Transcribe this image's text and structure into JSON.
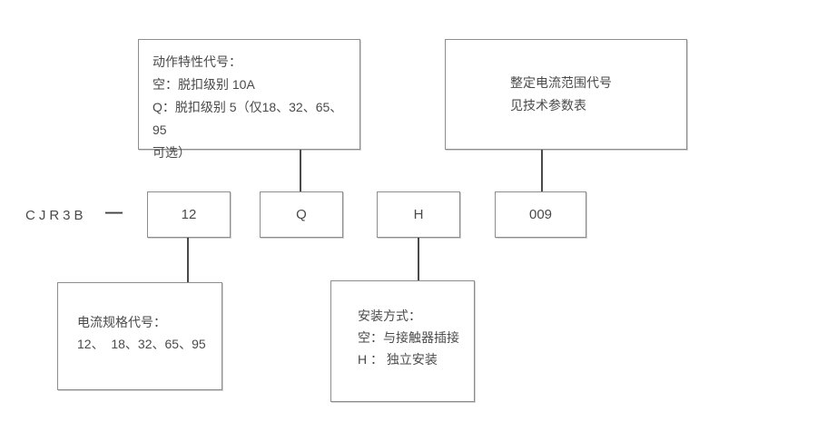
{
  "model": {
    "prefix": "CJR3B",
    "separator": "—",
    "codes": [
      "12",
      "Q",
      "H",
      "009"
    ]
  },
  "boxes": {
    "action_characteristic": {
      "lines": [
        "动作特性代号：",
        "空：脱扣级别 10A",
        "Q：脱扣级别 5（仅18、32、65、95",
        "可选）"
      ]
    },
    "setting_current_range": {
      "lines": [
        "整定电流范围代号",
        "见技术参数表"
      ]
    },
    "current_spec": {
      "lines": [
        "电流规格代号：",
        "12、  18、32、65、95"
      ]
    },
    "mounting_mode": {
      "lines": [
        "安装方式：",
        "空：与接触器插接",
        "H ： 独立安装"
      ]
    }
  },
  "colors": {
    "border": "#8d8d8d",
    "text": "#4a4a4a",
    "background": "#ffffff"
  }
}
